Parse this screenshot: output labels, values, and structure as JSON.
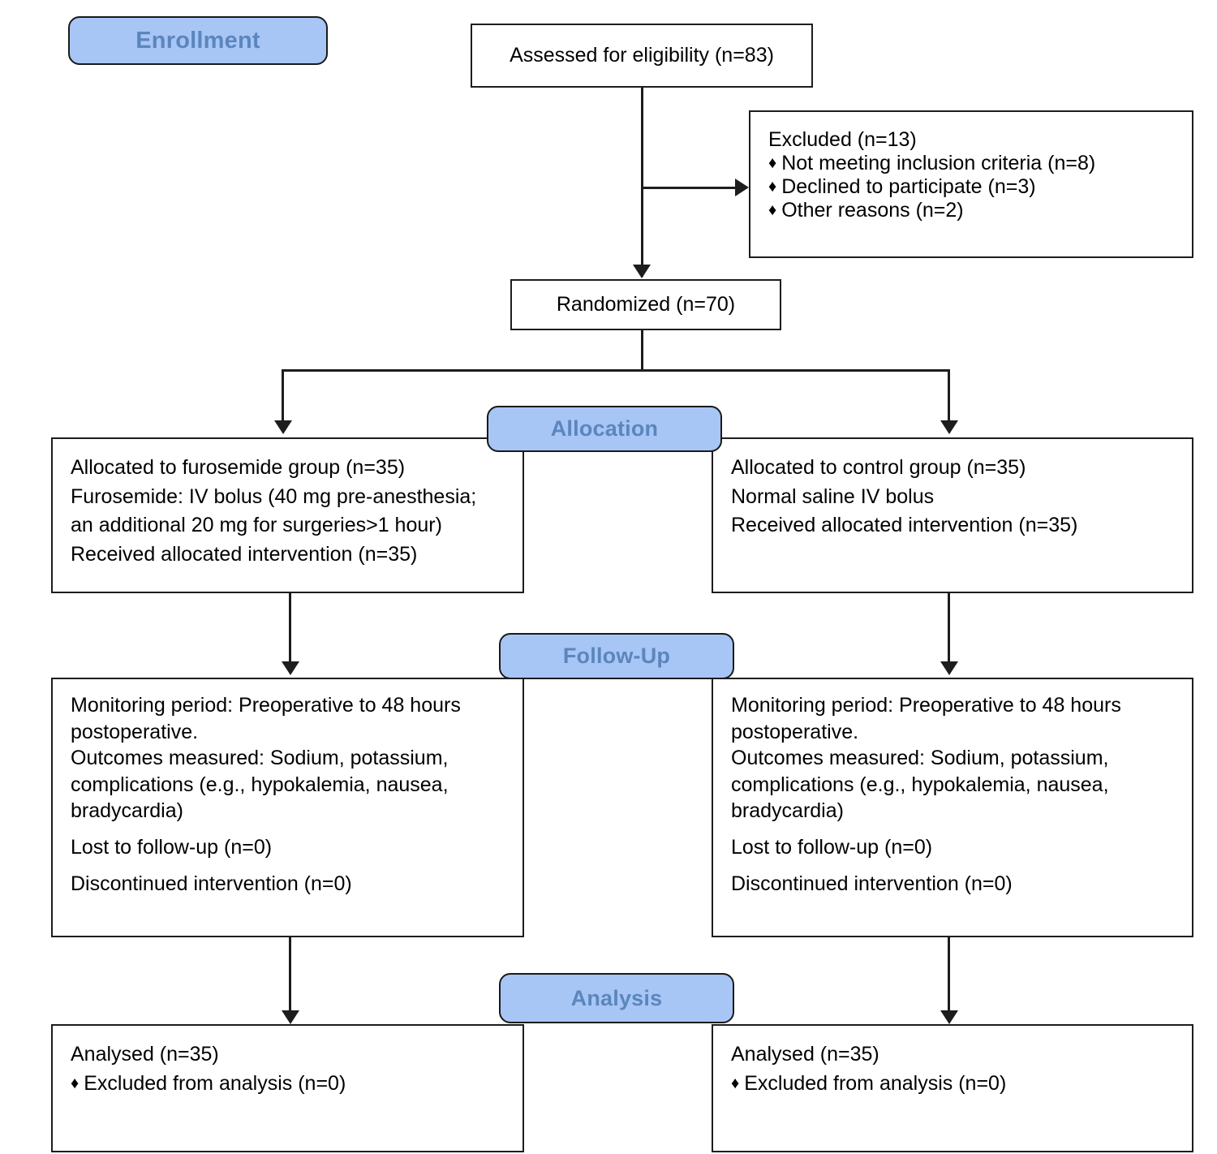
{
  "diagram": {
    "title": "CONSORT participant flow diagram",
    "accent_color": "#a8c6f5",
    "badge_text_color": "#5b86bd",
    "line_color": "#1d1d1d",
    "bullet_glyph": "♦"
  },
  "stages": {
    "enrollment": "Enrollment",
    "allocation": "Allocation",
    "followup": "Follow-Up",
    "analysis": "Analysis"
  },
  "enrollment": {
    "assessed": "Assessed for eligibility (n=83)",
    "excluded_title": "Excluded (n=13)",
    "excluded_reasons": [
      "Not meeting inclusion criteria (n=8)",
      "Declined to participate (n=3)",
      "Other reasons (n=2)"
    ],
    "randomized": "Randomized (n=70)"
  },
  "allocation": {
    "left": [
      "Allocated to furosemide group (n=35)",
      "Furosemide: IV bolus (40 mg pre-anesthesia;",
      "an additional 20 mg for surgeries>1 hour)",
      "Received allocated intervention (n=35)"
    ],
    "right": [
      "Allocated to control group (n=35)",
      "Normal saline IV bolus",
      "Received allocated intervention (n=35)"
    ]
  },
  "followup": {
    "left": {
      "paragraph": [
        "Monitoring period: Preoperative to 48 hours",
        "postoperative.",
        "Outcomes measured: Sodium, potassium,",
        "complications (e.g., hypokalemia, nausea,",
        "bradycardia)"
      ],
      "lost": "Lost to follow-up (n=0)",
      "discontinued": "Discontinued intervention (n=0)"
    },
    "right": {
      "paragraph": [
        "Monitoring period: Preoperative to 48 hours",
        "postoperative.",
        "Outcomes measured: Sodium, potassium,",
        "complications (e.g., hypokalemia, nausea,",
        "bradycardia)"
      ],
      "lost": "Lost to follow-up (n=0)",
      "discontinued": "Discontinued intervention (n=0)"
    }
  },
  "analysis": {
    "left": {
      "analysed": "Analysed (n=35)",
      "excluded": "Excluded from analysis (n=0)"
    },
    "right": {
      "analysed": "Analysed (n=35)",
      "excluded": "Excluded from analysis (n=0)"
    }
  }
}
